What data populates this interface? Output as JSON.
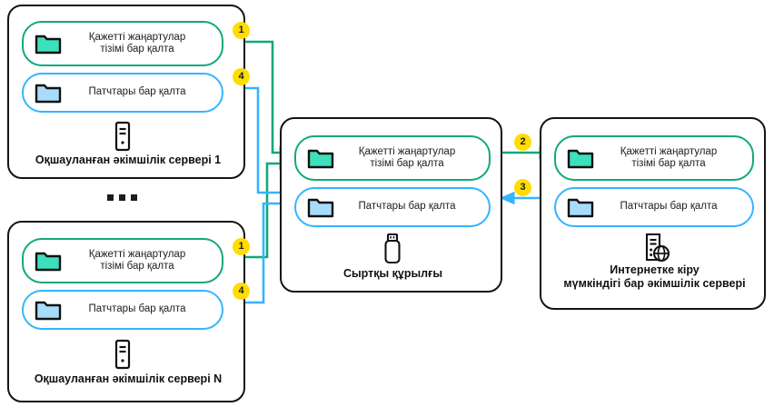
{
  "diagram": {
    "title": "Patch distribution via external device",
    "colors": {
      "green_line": "#11a87e",
      "blue_line": "#33b5ff",
      "folder_green_fill": "#3ce0ba",
      "folder_blue_fill": "#a8dcfb",
      "badge_fill": "#ffdd00",
      "box_border": "#141414"
    },
    "labels": {
      "folder_updates": "Қажетті жаңартулар\nтізімі бар қалта",
      "folder_patches": "Патчтары бар қалта",
      "ellipsis": "..."
    },
    "nodes": [
      {
        "id": "isolated-server-1",
        "caption": "Оқшауланған әкімшілік сервері 1",
        "device_icon": "server-icon",
        "folders": [
          {
            "kind": "green",
            "icon": "folder-icon",
            "label": "Қажетті жаңартулар\nтізімі бар қалта"
          },
          {
            "kind": "blue",
            "icon": "folder-icon",
            "label": "Патчтары бар қалта"
          }
        ]
      },
      {
        "id": "isolated-server-n",
        "caption": "Оқшауланған әкімшілік сервері N",
        "device_icon": "server-icon",
        "folders": [
          {
            "kind": "green",
            "icon": "folder-icon",
            "label": "Қажетті жаңартулар\nтізімі бар қалта"
          },
          {
            "kind": "blue",
            "icon": "folder-icon",
            "label": "Патчтары бар қалта"
          }
        ]
      },
      {
        "id": "external-device",
        "caption": "Сыртқы құрылғы",
        "device_icon": "usb-drive-icon",
        "folders": [
          {
            "kind": "green",
            "icon": "folder-icon",
            "label": "Қажетті жаңартулар\nтізімі бар қалта"
          },
          {
            "kind": "blue",
            "icon": "folder-icon",
            "label": "Патчтары бар қалта"
          }
        ]
      },
      {
        "id": "internet-server",
        "caption": "Интернетке кіру\nмүмкіндігі бар әкімшілік сервері",
        "device_icon": "server-globe-icon",
        "folders": [
          {
            "kind": "green",
            "icon": "folder-icon",
            "label": "Қажетті жаңартулар\nтізімі бар қалта"
          },
          {
            "kind": "blue",
            "icon": "folder-icon",
            "label": "Патчтары бар қалта"
          }
        ]
      }
    ],
    "steps": [
      {
        "number": "1",
        "from": "isolated-server-1 updates folder",
        "to": "external-device updates folder",
        "color": "green"
      },
      {
        "number": "1",
        "from": "isolated-server-n updates folder",
        "to": "external-device updates folder",
        "color": "green"
      },
      {
        "number": "2",
        "from": "external-device updates folder",
        "to": "internet-server updates folder",
        "color": "green"
      },
      {
        "number": "3",
        "from": "internet-server patches folder",
        "to": "external-device patches folder",
        "color": "blue"
      },
      {
        "number": "4",
        "from": "external-device patches folder",
        "to": "isolated-server-1 patches folder",
        "color": "blue"
      },
      {
        "number": "4",
        "from": "external-device patches folder",
        "to": "isolated-server-n patches folder",
        "color": "blue"
      }
    ]
  }
}
